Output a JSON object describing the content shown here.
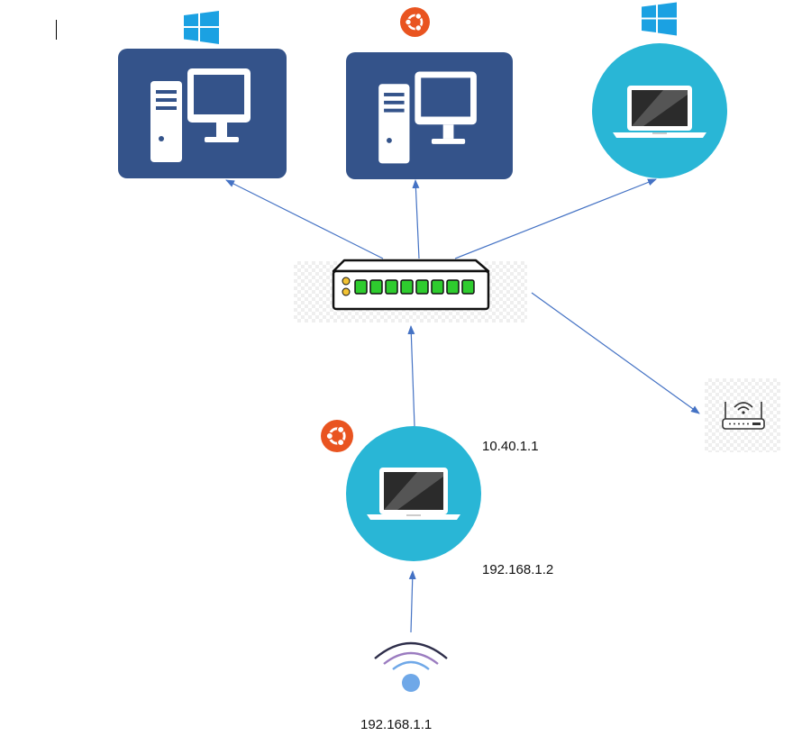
{
  "colors": {
    "desktop_tile": "#34538A",
    "laptop_circle": "#29B6D6",
    "windows_logo": "#1BA1E2",
    "ubuntu_logo": "#E95420",
    "connector": "#4472C4",
    "switch_port": "#2ECC2E",
    "switch_led": "#F2C233"
  },
  "nodes": {
    "desktop_1": {
      "os": "windows-icon",
      "device": "desktop-computer-icon"
    },
    "desktop_2": {
      "os": "ubuntu-icon",
      "device": "desktop-computer-icon"
    },
    "laptop_top": {
      "os": "windows-icon",
      "device": "laptop-icon"
    },
    "switch": {
      "device": "network-switch-icon",
      "ports": 8
    },
    "router": {
      "device": "wifi-router-icon"
    },
    "laptop_center": {
      "os": "ubuntu-icon",
      "device": "laptop-icon"
    },
    "wifi": {
      "device": "wifi-signal-icon"
    }
  },
  "labels": {
    "laptop_eth_ip": "10.40.1.1",
    "laptop_wifi_ip": "192.168.1.2",
    "wifi_ip": "192.168.1.1"
  }
}
